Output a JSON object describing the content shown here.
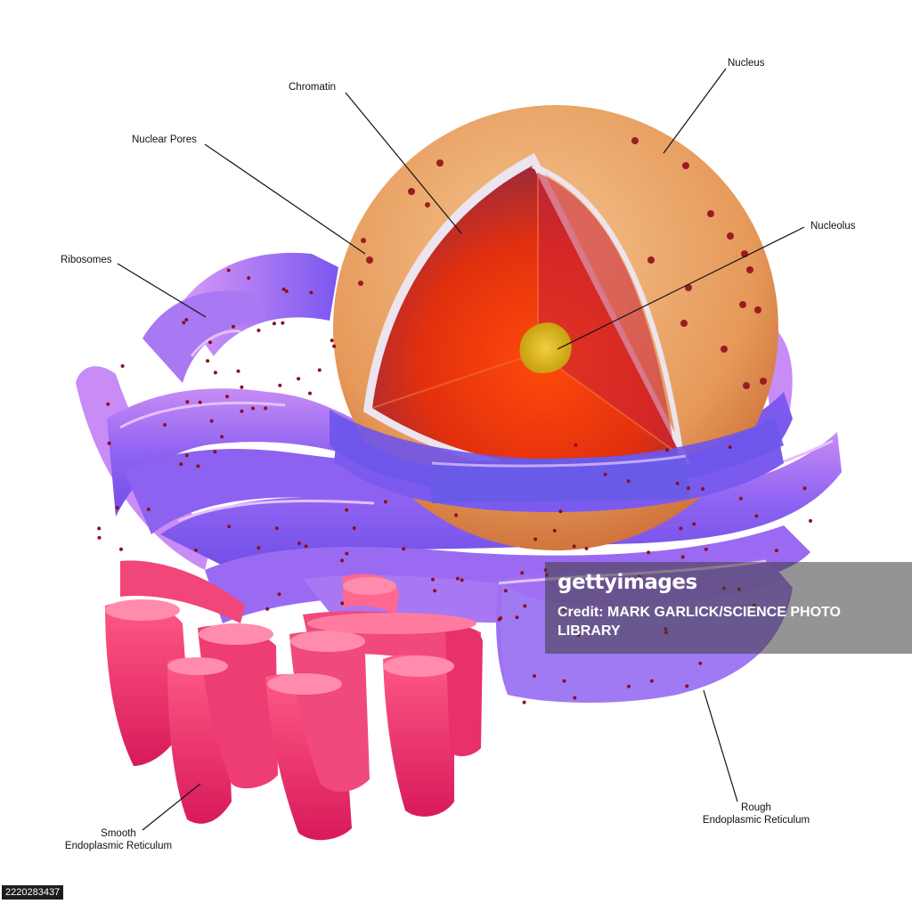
{
  "labels": {
    "chromatin": "Chromatin",
    "nucleus": "Nucleus",
    "nuclear_pores": "Nuclear Pores",
    "nucleolus": "Nucleolus",
    "ribosomes": "Ribosomes",
    "smooth_er_line1": "Smooth",
    "smooth_er_line2": "Endoplasmic Reticulum",
    "rough_er_line1": "Rough",
    "rough_er_line2": "Endoplasmic Reticulum"
  },
  "watermark": {
    "brand": "gettyimages",
    "credit": "Credit: MARK GARLICK/SCIENCE PHOTO LIBRARY"
  },
  "image_id": "2220283437",
  "colors": {
    "rough_er": "#8a5cf0",
    "smooth_er": "#e8306a",
    "nucleus_surface": "#e89a5a",
    "nucleus_interior": "#e83a10",
    "nucleolus": "#d8b818",
    "ribosome": "#8a1020"
  }
}
